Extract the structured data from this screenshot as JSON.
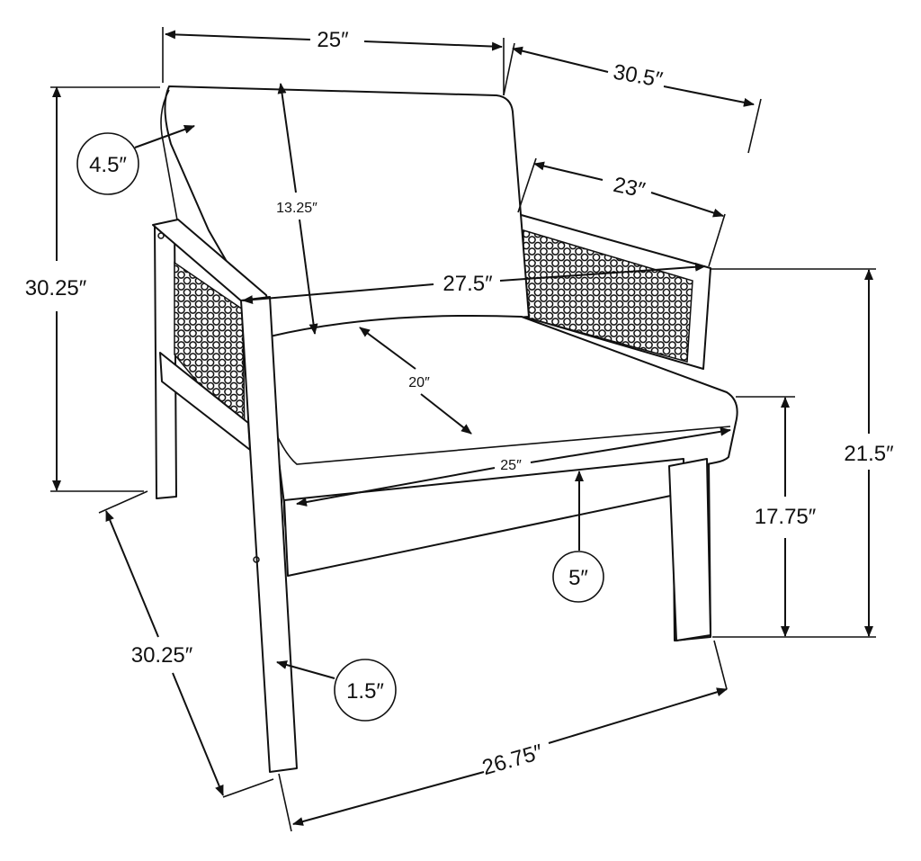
{
  "dimensions": {
    "top_width": "25″",
    "top_depth": "30.5″",
    "arm_depth": "23″",
    "back_cushion_thickness": "4.5″",
    "back_height": "13.25″",
    "overall_height": "30.25″",
    "inner_width": "27.5″",
    "seat_depth": "20″",
    "seat_width": "25″",
    "arm_height": "21.5″",
    "seat_height": "17.75″",
    "apron_height": "5″",
    "leg_width": "1.5″",
    "bottom_depth": "30.25″",
    "bottom_width": "26.75″"
  }
}
